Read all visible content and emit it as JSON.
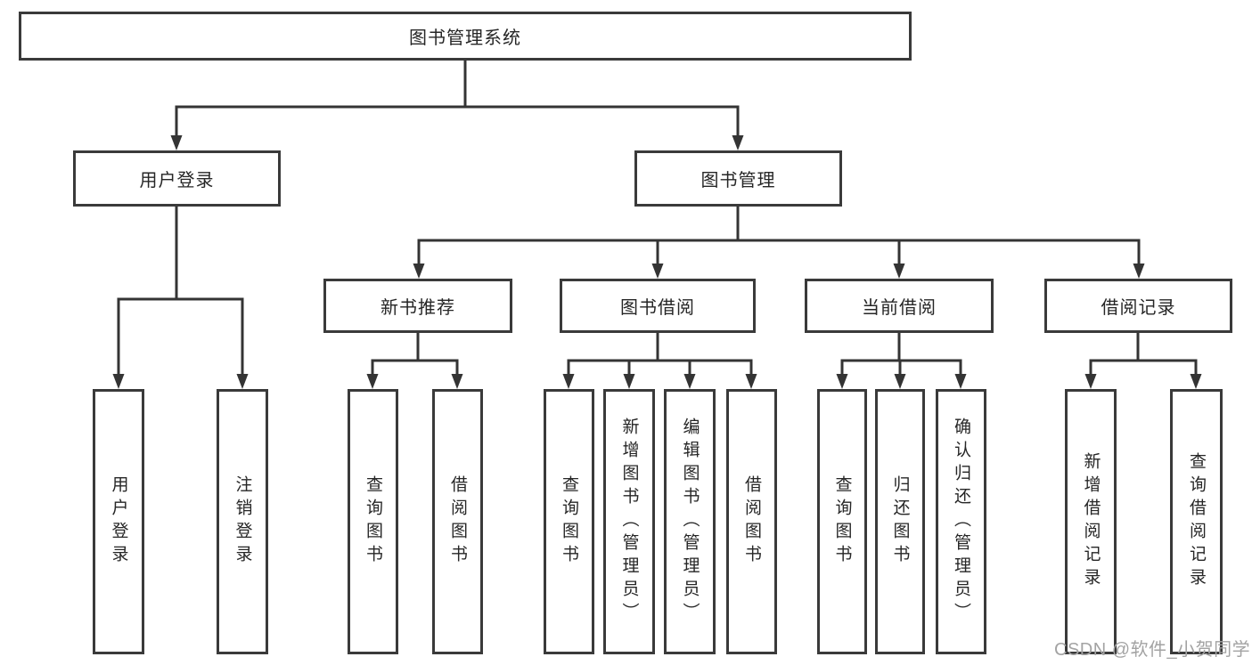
{
  "diagram": {
    "type": "hierarchy-tree",
    "root": {
      "label": "图书管理系统"
    },
    "level2": [
      {
        "label": "用户登录"
      },
      {
        "label": "图书管理"
      }
    ],
    "level3": [
      {
        "label": "新书推荐",
        "parent": "图书管理"
      },
      {
        "label": "图书借阅",
        "parent": "图书管理"
      },
      {
        "label": "当前借阅",
        "parent": "图书管理"
      },
      {
        "label": "借阅记录",
        "parent": "图书管理"
      }
    ],
    "leaves": [
      {
        "label": "用户登录",
        "parent": "用户登录"
      },
      {
        "label": "注销登录",
        "parent": "用户登录"
      },
      {
        "label": "查询图书",
        "parent": "新书推荐"
      },
      {
        "label": "借阅图书",
        "parent": "新书推荐"
      },
      {
        "label": "查询图书",
        "parent": "图书借阅"
      },
      {
        "label": "新增图书（管理员）",
        "parent": "图书借阅"
      },
      {
        "label": "编辑图书（管理员）",
        "parent": "图书借阅"
      },
      {
        "label": "借阅图书",
        "parent": "图书借阅"
      },
      {
        "label": "查询图书",
        "parent": "当前借阅"
      },
      {
        "label": "归还图书",
        "parent": "当前借阅"
      },
      {
        "label": "确认归还（管理员）",
        "parent": "当前借阅"
      },
      {
        "label": "新增借阅记录",
        "parent": "借阅记录"
      },
      {
        "label": "查询借阅记录",
        "parent": "借阅记录"
      }
    ]
  },
  "colors": {
    "line": "#343434",
    "box_border": "#3a3a3a",
    "text": "#262626",
    "watermark": "#a3a3a3",
    "background": "#ffffff"
  },
  "watermark": {
    "text": "CSDN @软件_小贺同学"
  }
}
